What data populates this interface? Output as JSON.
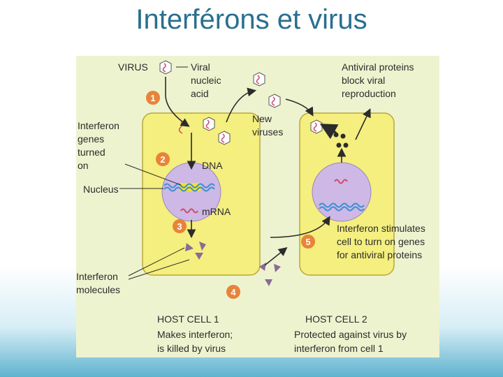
{
  "slide": {
    "title": "Interférons et virus"
  },
  "labels": {
    "virus": "VIRUS",
    "viral_nucleic_acid": [
      "Viral",
      "nucleic",
      "acid"
    ],
    "antiviral_proteins": [
      "Antiviral proteins",
      "block viral",
      "reproduction"
    ],
    "new_viruses": [
      "New",
      "viruses"
    ],
    "interferon_genes": [
      "Interferon",
      "genes",
      "turned",
      "on"
    ],
    "dna": "DNA",
    "nucleus": "Nucleus",
    "mrna": "mRNA",
    "interferon_stimulates": [
      "Interferon stimulates",
      "cell to turn on genes",
      "for antiviral proteins"
    ],
    "interferon_molecules": [
      "Interferon",
      "molecules"
    ],
    "host_cell_1": "HOST CELL 1",
    "host_cell_1_desc": [
      "Makes interferon;",
      "is killed by virus"
    ],
    "host_cell_2": "HOST CELL 2",
    "host_cell_2_desc": [
      "Protected against virus by",
      "interferon from cell 1"
    ]
  },
  "steps": [
    "1",
    "2",
    "3",
    "4",
    "5"
  ],
  "colors": {
    "cell": "#f4ef7e",
    "cell_border": "#b8a83a",
    "nucleus": "#cdb8e6",
    "step_circle": "#e8833a",
    "virus": "#ffffff",
    "strand_red": "#d24a6a",
    "strand_blue": "#3a8fd2",
    "interferon": "#8a6a9a"
  }
}
